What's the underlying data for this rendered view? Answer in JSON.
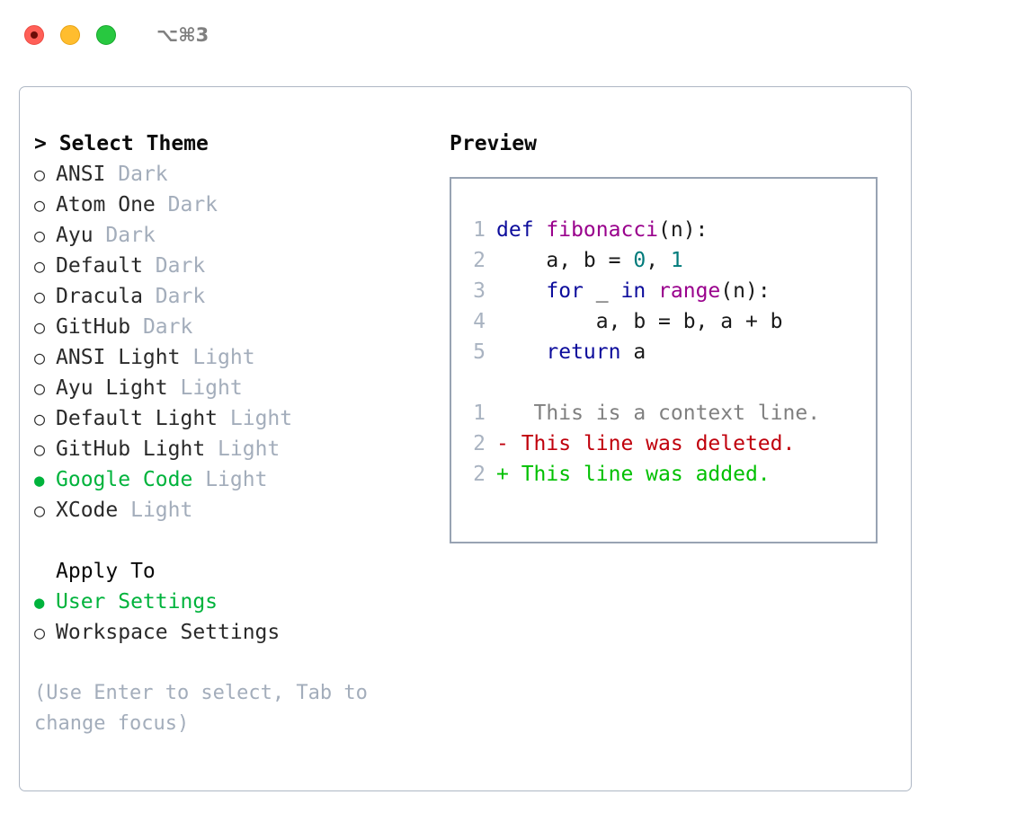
{
  "window": {
    "shortcut": "⌥⌘3",
    "traffic_lights": [
      {
        "name": "close",
        "color": "#ff5f57"
      },
      {
        "name": "minimize",
        "color": "#ffbd2e"
      },
      {
        "name": "zoom",
        "color": "#28c840"
      }
    ]
  },
  "theme_picker": {
    "header": "> Select Theme",
    "selected_bullet": "●",
    "unselected_bullet": "○",
    "items": [
      {
        "name": "ANSI",
        "mode": "Dark",
        "selected": false
      },
      {
        "name": "Atom One",
        "mode": "Dark",
        "selected": false
      },
      {
        "name": "Ayu",
        "mode": "Dark",
        "selected": false
      },
      {
        "name": "Default",
        "mode": "Dark",
        "selected": false
      },
      {
        "name": "Dracula",
        "mode": "Dark",
        "selected": false
      },
      {
        "name": "GitHub",
        "mode": "Dark",
        "selected": false
      },
      {
        "name": "ANSI Light",
        "mode": "Light",
        "selected": false
      },
      {
        "name": "Ayu Light",
        "mode": "Light",
        "selected": false
      },
      {
        "name": "Default Light",
        "mode": "Light",
        "selected": false
      },
      {
        "name": "GitHub Light",
        "mode": "Light",
        "selected": false
      },
      {
        "name": "Google Code",
        "mode": "Light",
        "selected": true
      },
      {
        "name": "XCode",
        "mode": "Light",
        "selected": false
      }
    ]
  },
  "apply_to": {
    "header": "Apply To",
    "items": [
      {
        "name": "User Settings",
        "selected": true
      },
      {
        "name": "Workspace Settings",
        "selected": false
      }
    ]
  },
  "hint": "(Use Enter to select, Tab to change focus)",
  "preview": {
    "label": "Preview",
    "code_lines": [
      {
        "lineno": "1",
        "tokens": [
          {
            "text": "def ",
            "type": "kw"
          },
          {
            "text": "fibonacci",
            "type": "fn"
          },
          {
            "text": "(n):",
            "type": "punc"
          }
        ]
      },
      {
        "lineno": "2",
        "tokens": [
          {
            "text": "    a, b = ",
            "type": "plain"
          },
          {
            "text": "0",
            "type": "num"
          },
          {
            "text": ", ",
            "type": "plain"
          },
          {
            "text": "1",
            "type": "num"
          }
        ]
      },
      {
        "lineno": "3",
        "tokens": [
          {
            "text": "    ",
            "type": "plain"
          },
          {
            "text": "for",
            "type": "kw"
          },
          {
            "text": " _ ",
            "type": "plain"
          },
          {
            "text": "in",
            "type": "kw"
          },
          {
            "text": " ",
            "type": "plain"
          },
          {
            "text": "range",
            "type": "fn"
          },
          {
            "text": "(n):",
            "type": "punc"
          }
        ]
      },
      {
        "lineno": "4",
        "tokens": [
          {
            "text": "        a, b = b, a + b",
            "type": "plain"
          }
        ]
      },
      {
        "lineno": "5",
        "tokens": [
          {
            "text": "    ",
            "type": "plain"
          },
          {
            "text": "return",
            "type": "kw"
          },
          {
            "text": " a",
            "type": "plain"
          }
        ]
      }
    ],
    "diff_lines": [
      {
        "lineno": "1",
        "marker": " ",
        "text": "  This is a context line.",
        "type": "ctx"
      },
      {
        "lineno": "2",
        "marker": "-",
        "text": " This line was deleted.",
        "type": "del"
      },
      {
        "lineno": "2",
        "marker": "+",
        "text": " This line was added.",
        "type": "add"
      }
    ]
  },
  "colors": {
    "accent_green": "#00b33c",
    "muted": "#a3adbb",
    "keyword": "#0d0d9c",
    "function": "#99008c",
    "number": "#007b7b",
    "diff_delete": "#c0000c",
    "diff_add": "#00c000",
    "panel_border": "#aeb7c4",
    "preview_border": "#98a3b3"
  }
}
